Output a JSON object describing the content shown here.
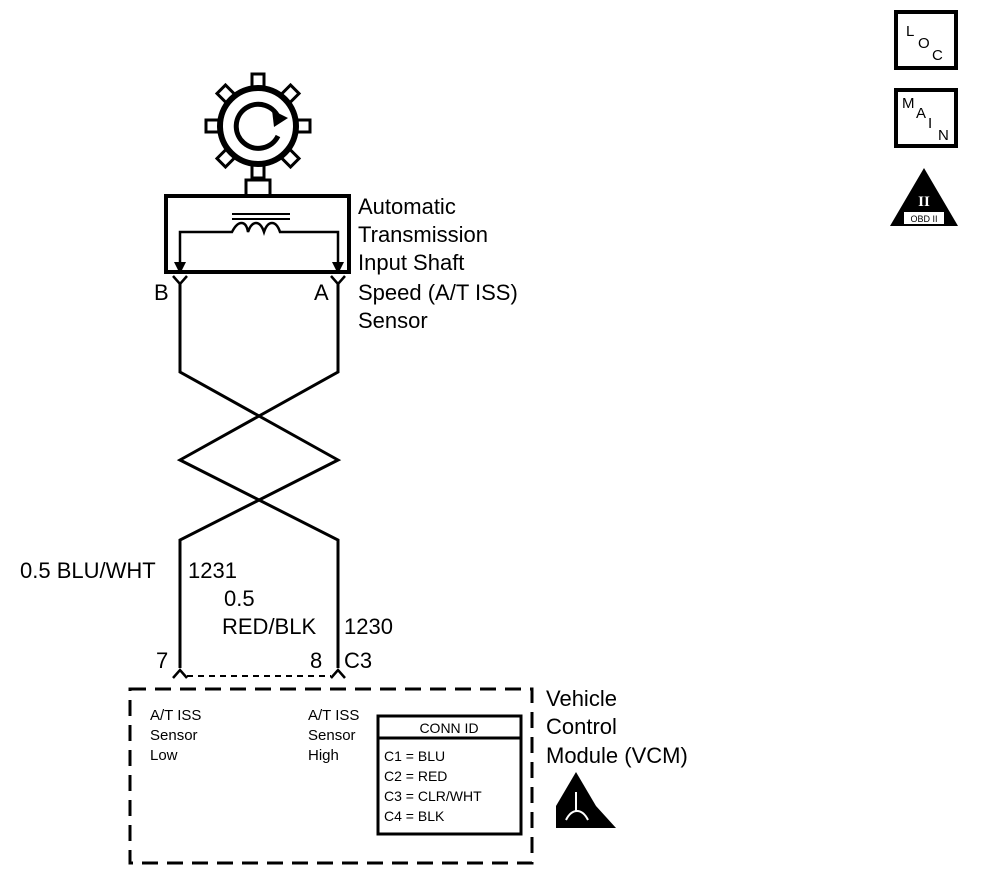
{
  "sensor": {
    "name_lines": [
      "Automatic",
      "Transmission",
      "Input Shaft",
      "Speed (A/T ISS)",
      "Sensor"
    ],
    "terminal_b": "B",
    "terminal_a": "A"
  },
  "wires": {
    "blu_wht": {
      "gauge_color": "0.5 BLU/WHT",
      "circuit": "1231"
    },
    "red_blk": {
      "gauge": "0.5",
      "color": "RED/BLK",
      "circuit": "1230"
    }
  },
  "vcm": {
    "pin_low": "7",
    "pin_high": "8",
    "connector": "C3",
    "name_lines": [
      "Vehicle",
      "Control",
      "Module (VCM)"
    ],
    "low_label_lines": [
      "A/T ISS",
      "Sensor",
      "Low"
    ],
    "high_label_lines": [
      "A/T ISS",
      "Sensor",
      "High"
    ]
  },
  "conn_id": {
    "title": "CONN ID",
    "rows": [
      "C1 = BLU",
      "C2 = RED",
      "C3 = CLR/WHT",
      "C4 = BLK"
    ]
  },
  "side_icons": {
    "loc": [
      "L",
      "O",
      "C"
    ],
    "main": [
      "M",
      "A",
      "I",
      "N"
    ],
    "obd": {
      "numeral": "II",
      "label": "OBD II"
    }
  }
}
